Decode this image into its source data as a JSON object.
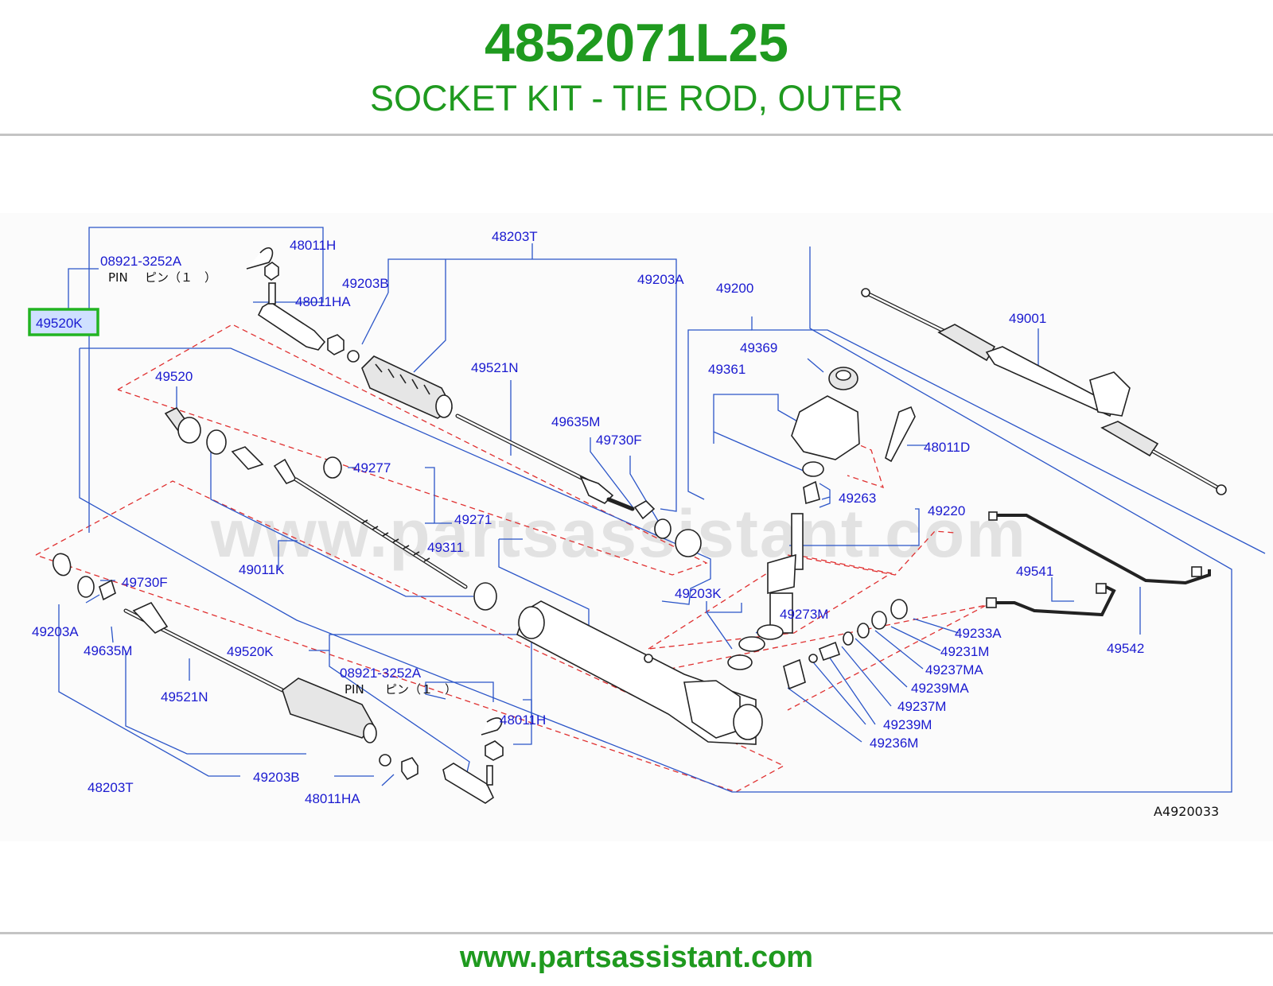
{
  "header": {
    "part_number": "4852071L25",
    "part_name": "SOCKET KIT - TIE ROD, OUTER"
  },
  "footer": {
    "url": "www.partsassistant.com"
  },
  "diagram": {
    "watermark": "www.partsassistant.com",
    "code": "A4920033",
    "highlight_color": "#22b422",
    "labels": {
      "l_48011H_top": "48011H",
      "l_08921_top": "08921-3252A",
      "l_pin_top": "PIN",
      "l_pinjp_top": "ピン（１　）",
      "l_49520K_top": "49520K",
      "l_48011HA_top": "48011HA",
      "l_49203B_top": "49203B",
      "l_48203T_top": "48203T",
      "l_49203A_top": "49203A",
      "l_49200": "49200",
      "l_49001": "49001",
      "l_49369": "49369",
      "l_49361": "49361",
      "l_49520": "49520",
      "l_49521N_top": "49521N",
      "l_49635M_top": "49635M",
      "l_49730F_top": "49730F",
      "l_48011D": "48011D",
      "l_49277": "49277",
      "l_49263": "49263",
      "l_49220": "49220",
      "l_49271": "49271",
      "l_49311": "49311",
      "l_49011K": "49011K",
      "l_49730F_left": "49730F",
      "l_49541": "49541",
      "l_49203K": "49203K",
      "l_49273M": "49273M",
      "l_49203A_left": "49203A",
      "l_49635M_left": "49635M",
      "l_49233A": "49233A",
      "l_49542": "49542",
      "l_49520K_bot": "49520K",
      "l_49231M": "49231M",
      "l_49237MA": "49237MA",
      "l_08921_bot": "08921-3252A",
      "l_pin_bot": "PIN",
      "l_pinjp_bot": "ピン（１　）",
      "l_49239MA": "49239MA",
      "l_49521N_bot": "49521N",
      "l_49237M": "49237M",
      "l_48011H_bot": "48011H",
      "l_49239M": "49239M",
      "l_49236M": "49236M",
      "l_49203B_bot": "49203B",
      "l_48203T_bot": "48203T",
      "l_48011HA_bot": "48011HA"
    }
  }
}
